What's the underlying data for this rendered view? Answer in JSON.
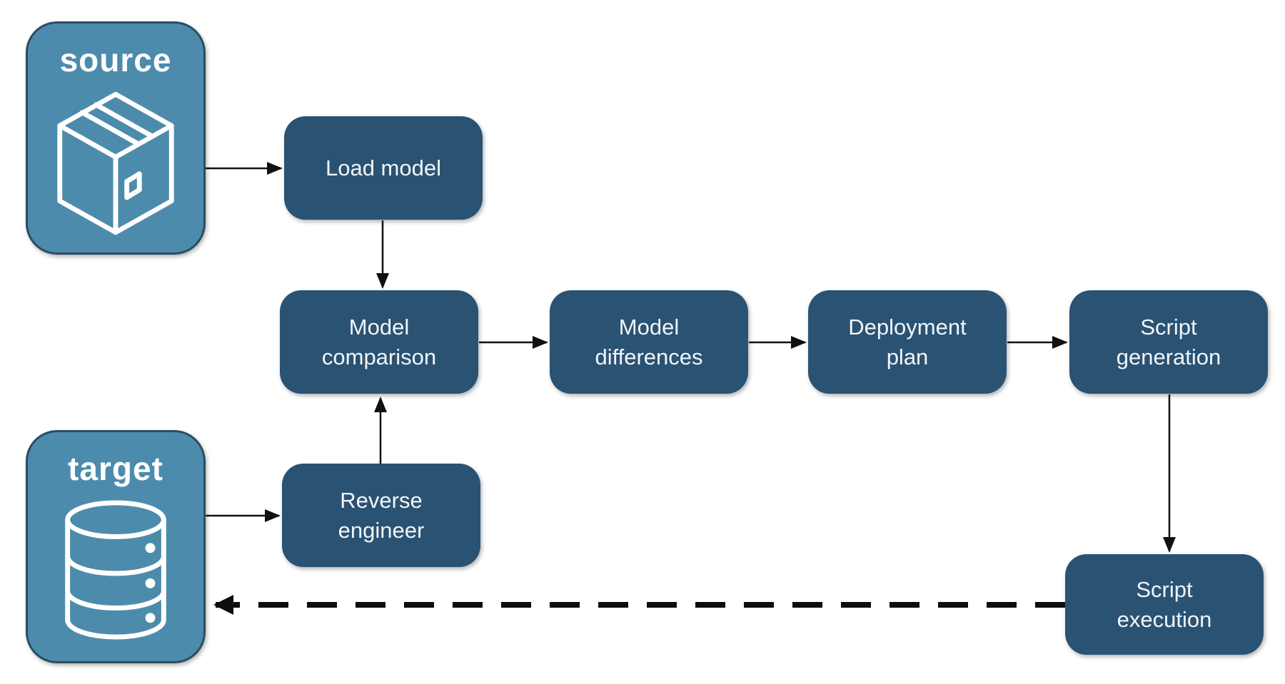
{
  "palette": {
    "background": "#ffffff",
    "endpoint_fill": "#4d8bac",
    "endpoint_border": "#2a4d63",
    "endpoint_text": "#ffffff",
    "node_fill": "#2a5273",
    "node_text": "#f2f5f7",
    "connector": "#111111"
  },
  "endpoints": {
    "source": {
      "label": "source",
      "icon": "package-icon"
    },
    "target": {
      "label": "target",
      "icon": "database-icon"
    }
  },
  "nodes": {
    "load_model": {
      "label": "Load model"
    },
    "model_comparison": {
      "label": "Model\ncomparison"
    },
    "model_differences": {
      "label": "Model\ndifferences"
    },
    "deployment_plan": {
      "label": "Deployment\nplan"
    },
    "script_generation": {
      "label": "Script\ngeneration"
    },
    "reverse_engineer": {
      "label": "Reverse\nengineer"
    },
    "script_execution": {
      "label": "Script\nexecution"
    }
  },
  "edges": [
    {
      "from": "source",
      "to": "load_model",
      "style": "solid"
    },
    {
      "from": "load_model",
      "to": "model_comparison",
      "style": "solid"
    },
    {
      "from": "model_comparison",
      "to": "model_differences",
      "style": "solid"
    },
    {
      "from": "model_differences",
      "to": "deployment_plan",
      "style": "solid"
    },
    {
      "from": "deployment_plan",
      "to": "script_generation",
      "style": "solid"
    },
    {
      "from": "target",
      "to": "reverse_engineer",
      "style": "solid"
    },
    {
      "from": "reverse_engineer",
      "to": "model_comparison",
      "style": "solid"
    },
    {
      "from": "script_generation",
      "to": "script_execution",
      "style": "solid"
    },
    {
      "from": "script_execution",
      "to": "target",
      "style": "dashed"
    }
  ]
}
